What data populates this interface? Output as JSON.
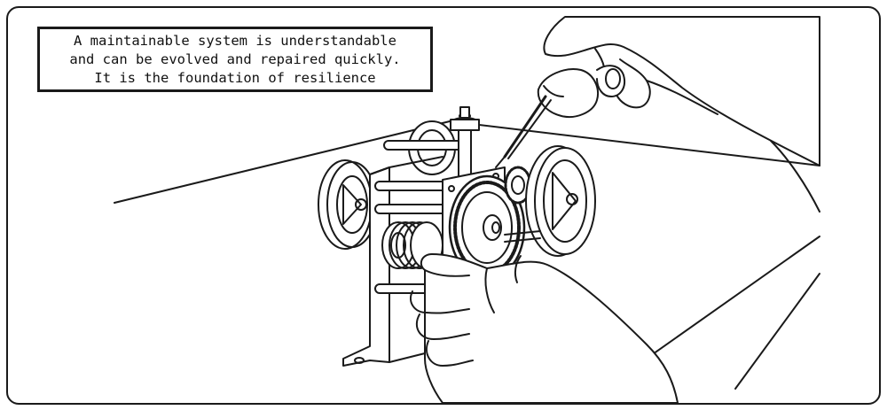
{
  "caption": {
    "lines": [
      "A maintainable system is understandable",
      "and can be evolved and repaired quickly.",
      "It is the foundation of resilience"
    ]
  },
  "colors": {
    "ink": "#1a1a1a",
    "paper": "#ffffff",
    "shade": "#f2f2f2"
  }
}
